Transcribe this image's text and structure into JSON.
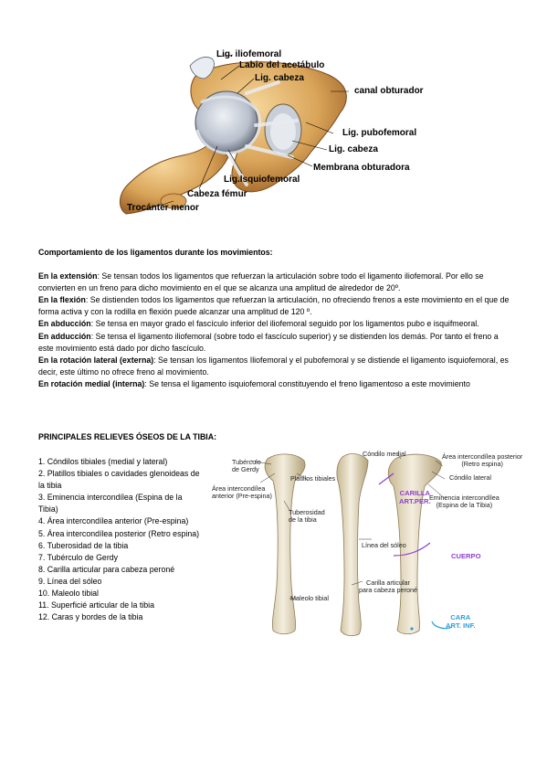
{
  "hip_figure": {
    "labels": {
      "lig_iliofemoral": "Lig. iliofemoral",
      "labio_acetabulo": "Labio del acetábulo",
      "lig_cabeza_top": "Lig. cabeza",
      "canal_obturador": "canal obturador",
      "lig_pubofemoral": "Lig. pubofemoral",
      "lig_cabeza_mid": "Lig. cabeza",
      "membrana_obturadora": "Membrana obturadora",
      "lig_isquiofemoral": "Lig.Isquiofemoral",
      "cabeza_femur": "Cabeza fémur",
      "trocanter_menor": "Trocánter menor"
    }
  },
  "ligaments": {
    "title": "Comportamiento de los ligamentos durante los movimientos:",
    "items": [
      {
        "label": "En la extensión",
        "sep": ": ",
        "text": "Se tensan todos los ligamentos que refuerzan la articulación sobre todo el ligamento iliofemoral. Por ello se convierten en un freno para dicho movimiento en el que se alcanza una amplitud de alrededor de 20º."
      },
      {
        "label": "En la flexión",
        "sep": ": ",
        "text": "Se distienden todos los ligamentos que refuerzan la articulación, no ofreciendo frenos a este movimiento en el que de forma activa y con la rodilla en flexión puede alcanzar una amplitud de 120 º."
      },
      {
        "label": "En abducción",
        "sep": ": ",
        "text": "Se tensa en mayor grado el fascículo inferior del iliofemoral seguido por los ligamentos pubo e isquifmeoral."
      },
      {
        "label": "En adducción",
        "sep": ": ",
        "text": "Se tensa el ligamento iliofemoral (sobre todo el fascículo superior) y se distienden los demás. Por tanto el freno a este movimiento está dado por dicho fascículo."
      },
      {
        "label": "En la rotación lateral",
        "sep": " ",
        "extra": "(externa)",
        "text": ": Se tensan los ligamentos Iliofemoral y el pubofemoral y se distiende el ligamento isquiofemoral, es decir, este último no ofrece freno al movimiento."
      },
      {
        "label": "En rotación medial",
        "sep": " ",
        "extra": "(interna)",
        "text": ": Se tensa el ligamento isquiofemoral constituyendo el freno ligamentoso a este movimiento"
      }
    ]
  },
  "tibia": {
    "title": "PRINCIPALES RELIEVES ÓSEOS DE LA TIBIA:",
    "list": [
      "1. Cóndilos tibiales (medial y lateral)",
      "2. Platillos tibiales o cavidades glenoideas de la tibia",
      "3. Eminencia intercondílea (Espina de la Tibia)",
      "4. Área intercondílea anterior (Pre-espina)",
      "5. Área intercondílea posterior (Retro espina)",
      "6. Tuberosidad de la tibia",
      "7. Tubérculo de Gerdy",
      "8. Carilla articular para cabeza peroné",
      "9. Línea del sóleo",
      "10. Maleolo tibial",
      "11. Superficié articular de la tibia",
      "12. Caras y bordes de la tibia"
    ],
    "figure_labels": {
      "tuberculo_gerdy": "Tubérculo\nde Gerdy",
      "area_anterior": "Área intercondílea\nanterior (Pre-espina)",
      "platillos": "Platillos tibiales",
      "tuberosidad": "Tuberosidad\nde la tibia",
      "maleolo": "Maleolo tibial",
      "condilo_medial": "Cóndilo medial",
      "area_posterior": "Área intercondílea posterior\n(Retro espina)",
      "condilo_lateral": "Cóndilo lateral",
      "eminencia": "Eminencia intercondílea\n(Espina de la Tibia)",
      "linea_soleo": "Línea del sóleo",
      "carilla_articular": "Carilla articular\npara cabeza peroné",
      "carilla_art_per": "CARILLA\nART.PER.",
      "cuerpo": "CUERPO",
      "cara_art_inf": "CARA\nART. INF."
    },
    "colors": {
      "purple": "#8e3fd0",
      "cyan": "#2a9fd6",
      "bone": "#f2ead8",
      "bone_shade": "#c7b890"
    }
  }
}
